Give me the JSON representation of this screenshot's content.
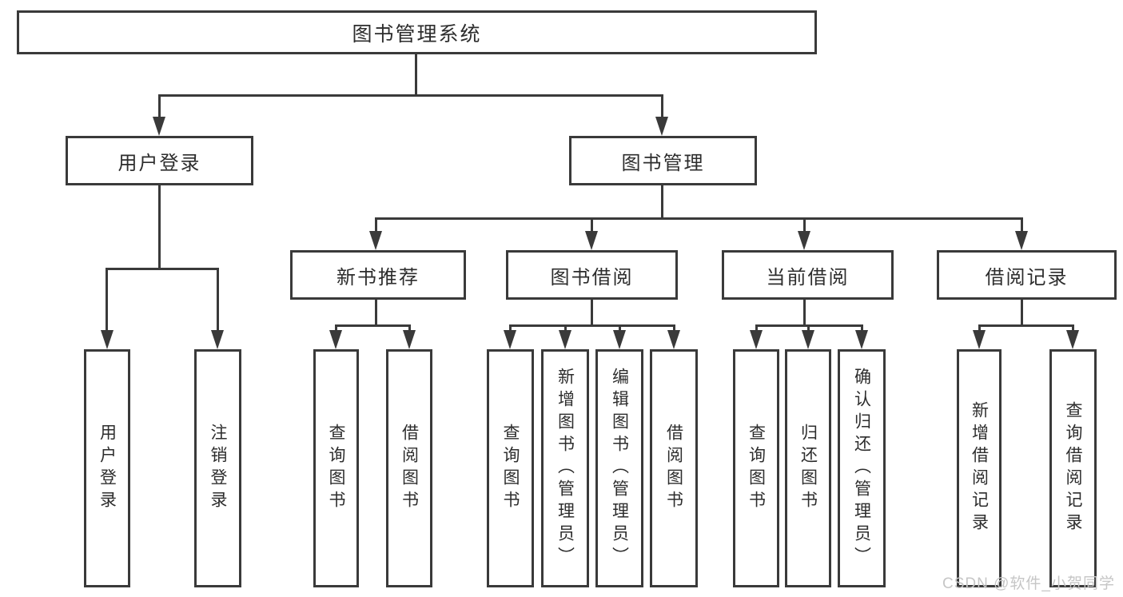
{
  "tree": {
    "label": "图书管理系统",
    "children": [
      {
        "label": "用户登录",
        "children": [
          {
            "label": "用户登录"
          },
          {
            "label": "注销登录"
          }
        ]
      },
      {
        "label": "图书管理",
        "children": [
          {
            "label": "新书推荐",
            "children": [
              {
                "label": "查询图书"
              },
              {
                "label": "借阅图书"
              }
            ]
          },
          {
            "label": "图书借阅",
            "children": [
              {
                "label": "查询图书"
              },
              {
                "label": "新增图书（管理员）"
              },
              {
                "label": "编辑图书（管理员）"
              },
              {
                "label": "借阅图书"
              }
            ]
          },
          {
            "label": "当前借阅",
            "children": [
              {
                "label": "查询图书"
              },
              {
                "label": "归还图书"
              },
              {
                "label": "确认归还（管理员）"
              }
            ]
          },
          {
            "label": "借阅记录",
            "children": [
              {
                "label": "新增借阅记录"
              },
              {
                "label": "查询借阅记录"
              }
            ]
          }
        ]
      }
    ]
  },
  "watermark": "CSDN @软件_小贺同学",
  "colors": {
    "line": "#3a3a3a",
    "text": "#2d2d2d",
    "background": "#ffffff",
    "watermark": "#c6c6c6"
  }
}
